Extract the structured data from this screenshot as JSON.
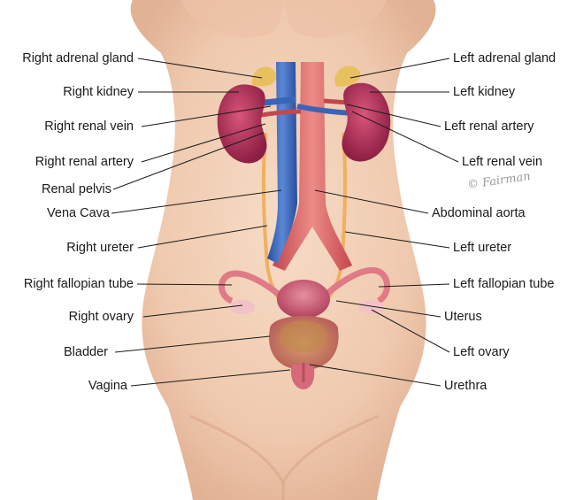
{
  "labels_left": [
    "Right adrenal gland",
    "Right kidney",
    "Right renal vein",
    "Right renal artery",
    "Renal pelvis",
    "Vena Cava",
    "Right ureter",
    "Right fallopian tube",
    "Right ovary",
    "Bladder",
    "Vagina"
  ],
  "labels_right": [
    "Left adrenal gland",
    "Left kidney",
    "Left renal artery",
    "Left renal vein",
    "Abdominal aorta",
    "Left ureter",
    "Left fallopian tube",
    "Uterus",
    "Left ovary",
    "Urethra"
  ],
  "signature": "© Fairman",
  "colors": {
    "skin": "#f2cdb4",
    "kidney": "#b8325a",
    "aorta": "#d9646a",
    "vena_cava": "#3a64b8",
    "ureter": "#f0b060",
    "adrenal": "#e8c060",
    "uterus": "#c85a72",
    "leader_line": "#1a1a1a"
  }
}
